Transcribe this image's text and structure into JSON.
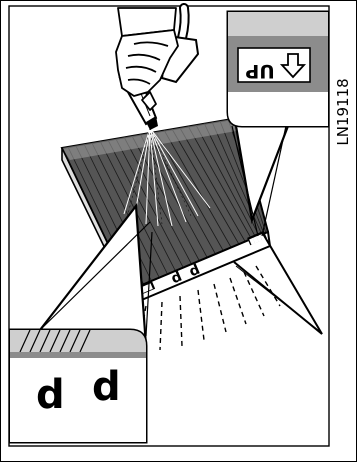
{
  "illustration": {
    "code": "LN19118",
    "up_label": "UP",
    "down_arrow_icon": "arrow-down-outline-icon",
    "bottom_marks": [
      "d",
      "d"
    ],
    "filter_marks": [
      "d",
      "d"
    ],
    "filter_tags": [
      "████",
      "████"
    ]
  },
  "colors": {
    "ink": "#000000",
    "paper": "#ffffff",
    "filter_fill": "#5a5a5a",
    "gray_fill": "#8c8c8c",
    "light_gray": "#cfcfcf"
  }
}
